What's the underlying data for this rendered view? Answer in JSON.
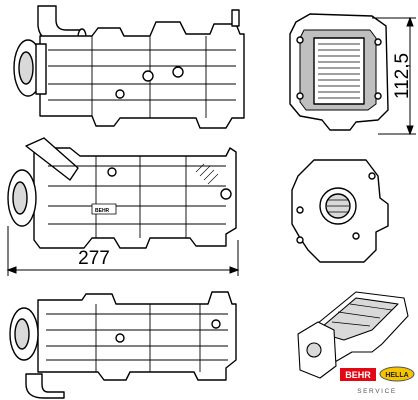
{
  "dimensions": {
    "width_label": "277",
    "height_label": "112,5"
  },
  "branding": {
    "behr": "BEHR",
    "hella": "HELLA",
    "service": "SERVICE",
    "part_stamp": "BEHR"
  },
  "colors": {
    "line": "#000000",
    "body_fill": "#ffffff",
    "shadow": "#d9d9d9",
    "gasket": "#bfbfbf",
    "brand_red": "#e30613",
    "brand_grey": "#555555",
    "brand_yellow": "#f4c400"
  }
}
